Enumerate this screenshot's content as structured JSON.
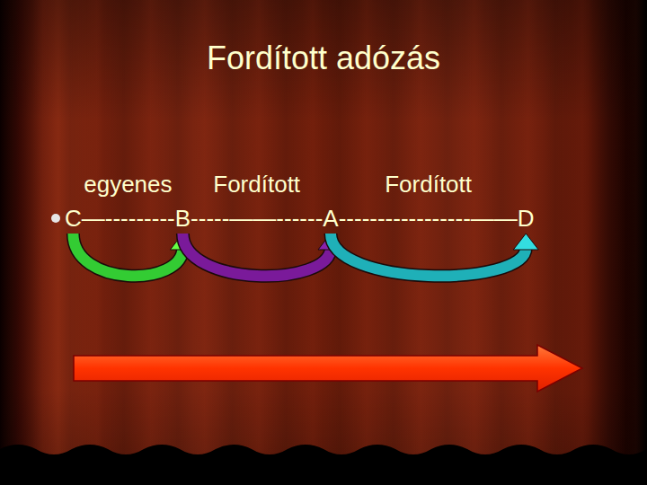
{
  "diagram": {
    "title": "Fordított adózás",
    "nodes": [
      {
        "text": [
          "C"
        ]
      },
      {
        "text": [
          "B"
        ]
      },
      {
        "text": [
          "A"
        ]
      },
      {
        "text": [
          "D"
        ]
      }
    ],
    "edges": [
      {
        "from": 0,
        "to": 1,
        "arrow": "to",
        "label": "egyenes"
      },
      {
        "from": 1,
        "to": 2,
        "arrow": "to",
        "label": "Fordított"
      },
      {
        "from": 2,
        "to": 3,
        "arrow": "to",
        "label": "Fordított"
      }
    ],
    "labels": [
      "—---------",
      "-----——------",
      "-----------------——"
    ]
  }
}
